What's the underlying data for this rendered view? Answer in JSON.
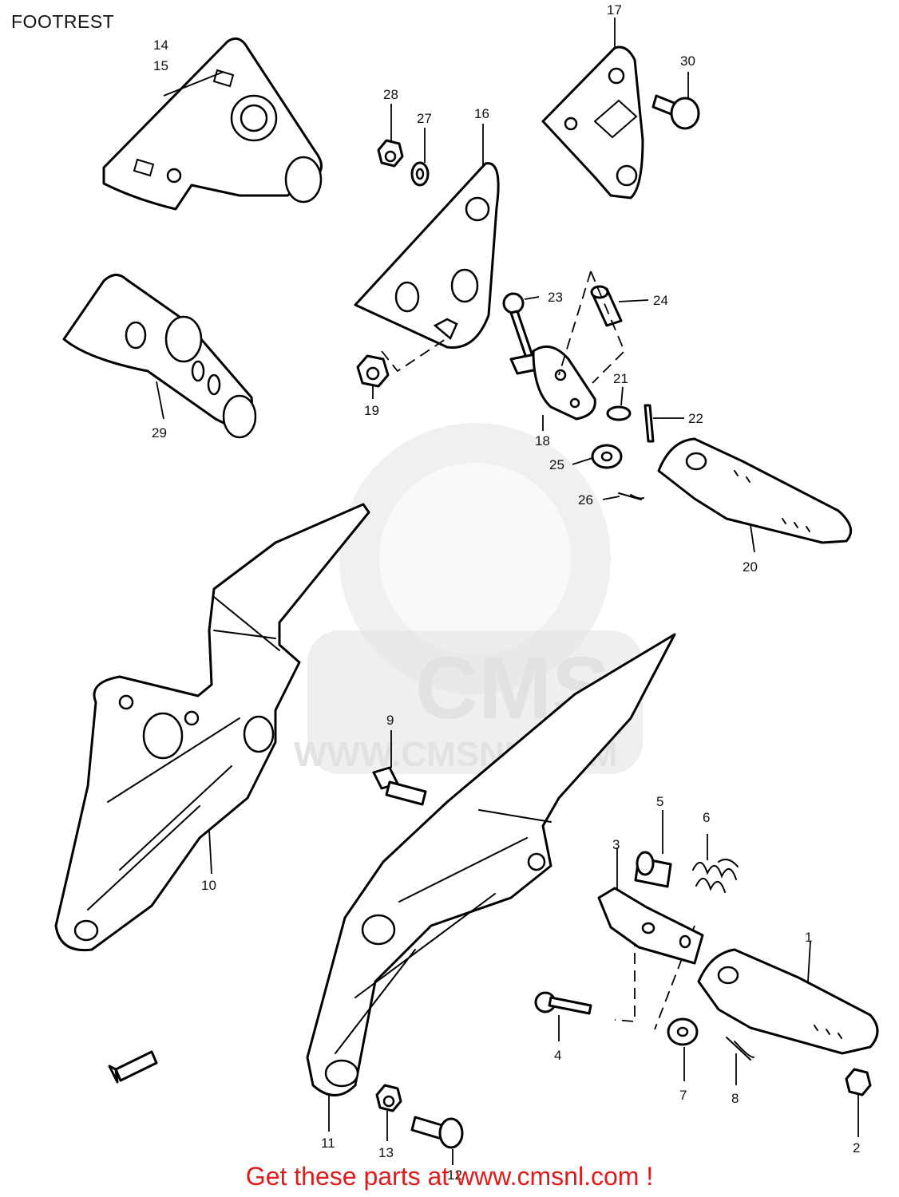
{
  "title": "FOOTREST",
  "watermark": {
    "logo_text": "CMS",
    "url_text": "WWW.CMSNL.COM"
  },
  "footer": {
    "text": "Get these parts at www.cmsnl.com !",
    "color": "#e01b1b"
  },
  "callouts": {
    "c1": "1",
    "c2": "2",
    "c3": "3",
    "c4": "4",
    "c5": "5",
    "c6": "6",
    "c7": "7",
    "c8": "8",
    "c9": "9",
    "c10": "10",
    "c11": "11",
    "c12": "12",
    "c13": "13",
    "c14": "14",
    "c15": "15",
    "c16": "16",
    "c17": "17",
    "c18": "18",
    "c19": "19",
    "c20": "20",
    "c21": "21",
    "c22": "22",
    "c23": "23",
    "c24": "24",
    "c25": "25",
    "c26": "26",
    "c27": "27",
    "c28": "28",
    "c29": "29",
    "c30": "30"
  }
}
